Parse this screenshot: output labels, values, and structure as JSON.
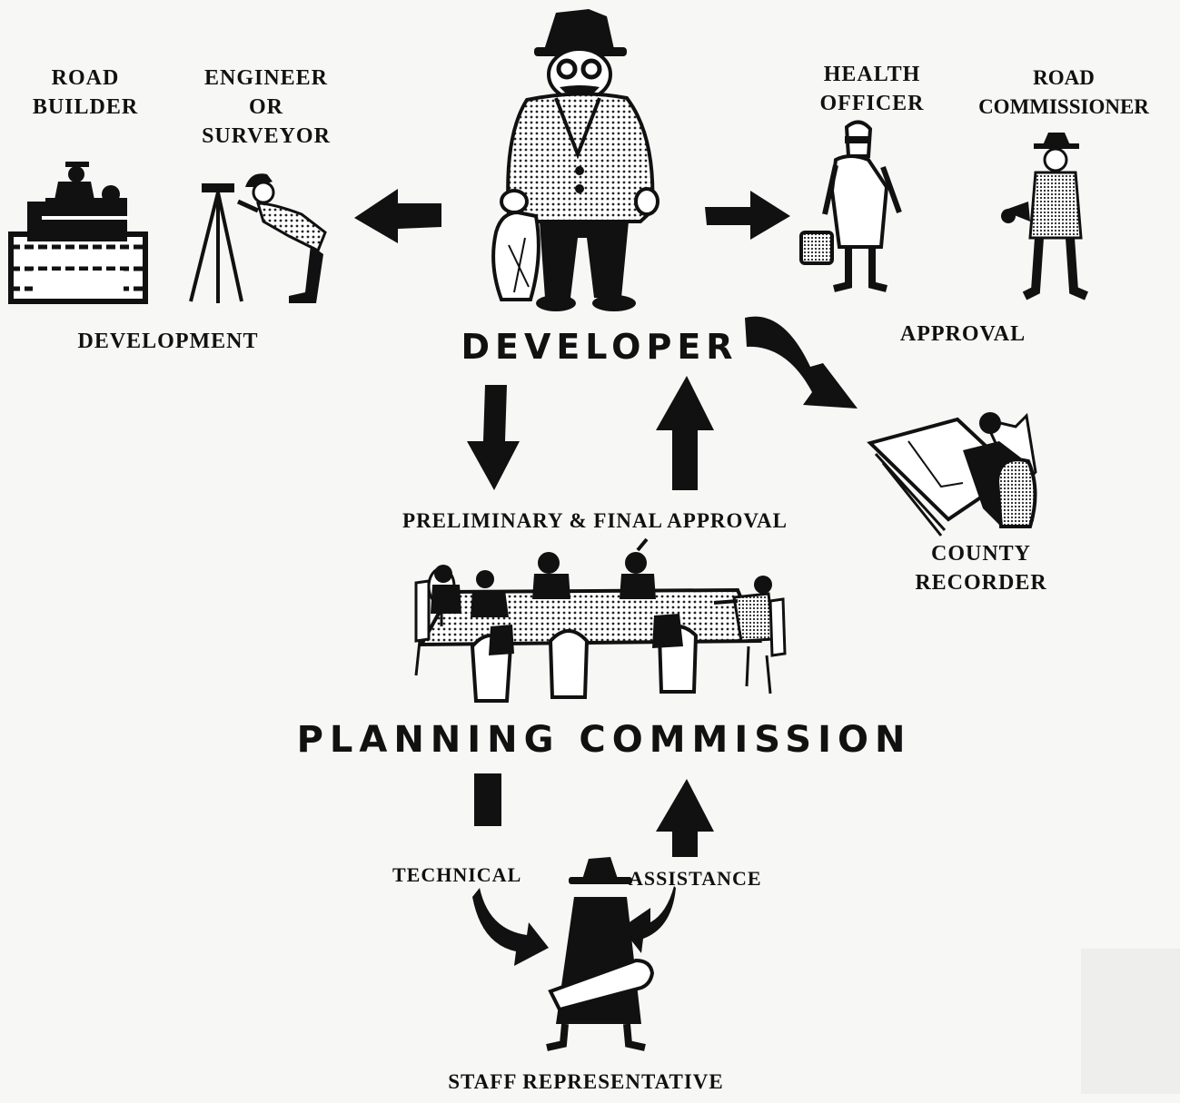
{
  "labels": {
    "road_builder": [
      "ROAD",
      "BUILDER"
    ],
    "engineer": [
      "ENGINEER",
      "OR",
      "SURVEYOR"
    ],
    "health_officer": [
      "HEALTH",
      "OFFICER"
    ],
    "road_commissioner": [
      "ROAD",
      "COMMISSIONER"
    ],
    "development": "DEVELOPMENT",
    "developer": "DEVELOPER",
    "approval": "APPROVAL",
    "preliminary_final": "PRELIMINARY & FINAL APPROVAL",
    "county_recorder": [
      "COUNTY",
      "RECORDER"
    ],
    "planning_commission": "PLANNING COMMISSION",
    "technical": "TECHNICAL",
    "assistance": "ASSISTANCE",
    "staff_representative": "STAFF REPRESENTATIVE"
  },
  "colors": {
    "ink": "#111111",
    "paper": "#f7f7f5",
    "stipple": "#9a9a9a"
  }
}
